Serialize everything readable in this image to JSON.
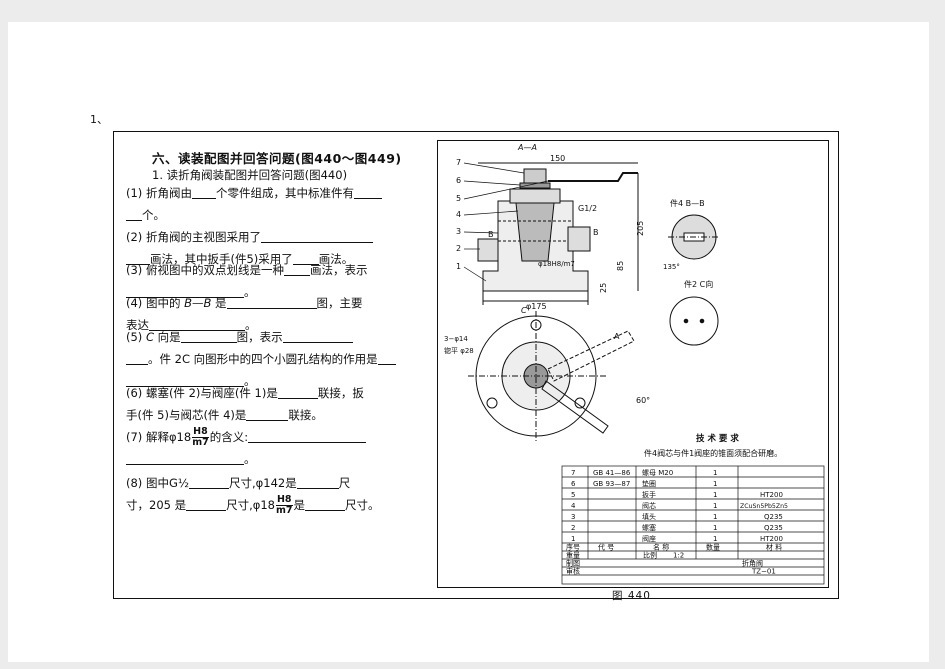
{
  "page_number": "1、",
  "section_title": "六、读装配图并回答问题(图440～图449)",
  "sub_title": "1. 读折角阀装配图并回答问题(图440)",
  "questions": {
    "q1a": "(1) 折角阀由",
    "q1b": "个零件组成，其中标准件有",
    "q1c": "个。",
    "q2a": "(2) 折角阀的主视图采用了",
    "q2b": "画法，其中扳手(件5)采用了",
    "q2c": "画法。",
    "q3a": "(3) 俯视图中的双点划线是一种",
    "q3b": "画法，表示",
    "q3c": "。",
    "q4a": "(4) 图中的",
    "q4b": "B—B",
    "q4c": "是",
    "q4d": "图，主要",
    "q4e": "表达",
    "q4f": "。",
    "q5a": "(5)",
    "q5b": "C",
    "q5c": "向是",
    "q5d": "图，表示",
    "q5e": "。件 2C 向图形中的四个小圆孔结构的作用是",
    "q5f": "。",
    "q6a": "(6) 螺塞(件 2)与阀座(件 1)是",
    "q6b": "联接，扳",
    "q6c": "手(件 5)与阀芯(件 4)是",
    "q6d": "联接。",
    "q7a": "(7) 解释",
    "q7b": "的含义:",
    "q7c": "。",
    "q8a": "(8) 图中",
    "q8b": "尺寸,",
    "q8c": "是",
    "q8d": "尺",
    "q8e": "寸，205 是",
    "q8f": "尺寸,",
    "q8g": "是",
    "q8h": "尺寸。",
    "fit_dia": "φ18",
    "fit_num": "H8",
    "fit_den": "m7",
    "g_thread": "G½",
    "phi142": "φ142"
  },
  "drawing": {
    "view_aa": "A—A",
    "dim_150": "150",
    "dim_205": "205",
    "dim_85": "85",
    "dim_25": "25",
    "dim_175": "φ175",
    "dim_g": "G1/2",
    "dim_phi18": "φ18H8/m7",
    "dim_3phi14": "3−φ14",
    "dim_phi28": "锪平 φ28",
    "dim_135": "135°",
    "dim_60": "60°",
    "label_bb": "件4 B—B",
    "label_c": "件2 C向",
    "label_A": "A",
    "label_B": "B",
    "label_C": "C",
    "balloons": [
      "7",
      "6",
      "5",
      "4",
      "3",
      "2",
      "1"
    ],
    "tech_title": "技  术  要  求",
    "tech_text": "件4阀芯与件1阀座的锥面须配合研磨。"
  },
  "parts_list": {
    "rows": [
      {
        "no": "7",
        "code": "GB 41—86",
        "name": "螺母 M20",
        "qty": "1",
        "mat": ""
      },
      {
        "no": "6",
        "code": "GB 93—87",
        "name": "垫圈",
        "qty": "1",
        "mat": ""
      },
      {
        "no": "5",
        "code": "",
        "name": "扳手",
        "qty": "1",
        "mat": "HT200"
      },
      {
        "no": "4",
        "code": "",
        "name": "阀芯",
        "qty": "1",
        "mat": "ZCuSn5Pb5Zn5"
      },
      {
        "no": "3",
        "code": "",
        "name": "填头",
        "qty": "1",
        "mat": "Q235"
      },
      {
        "no": "2",
        "code": "",
        "name": "螺塞",
        "qty": "1",
        "mat": "Q235"
      },
      {
        "no": "1",
        "code": "",
        "name": "阀座",
        "qty": "1",
        "mat": "HT200"
      }
    ],
    "header": {
      "no": "序号",
      "code": "代  号",
      "name": "名  称",
      "qty": "数量",
      "mat": "材  料"
    },
    "tb_weight": "重量",
    "tb_scale_label": "比例",
    "tb_scale": "1:2",
    "tb_title": "折角阀",
    "tb_drawn": "制图",
    "tb_checked": "审核",
    "tb_code": "TZ−01"
  },
  "figure_caption": "图  440"
}
